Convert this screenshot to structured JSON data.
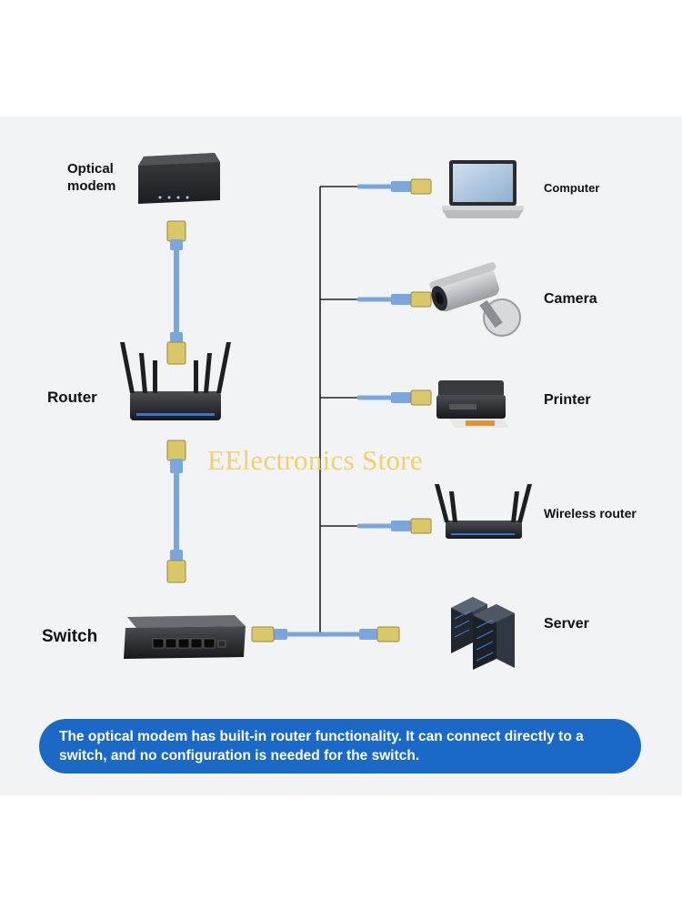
{
  "labels": {
    "optical_modem_line1": "Optical",
    "optical_modem_line2": "modem",
    "router": "Router",
    "switch": "Switch",
    "computer": "Computer",
    "camera": "Camera",
    "printer": "Printer",
    "wireless_router": "Wireless router",
    "server": "Server"
  },
  "watermark": "EElectronics Store",
  "banner": {
    "text": "The optical modem has built-in router functionality. It can connect directly to a switch, and no configuration is needed for the switch."
  },
  "colors": {
    "cable": "#7aa7db",
    "connector": "#d9c76a",
    "banner": "#1b69c6",
    "panel": "#f2f3f5",
    "watermark": "#f3cf64"
  }
}
